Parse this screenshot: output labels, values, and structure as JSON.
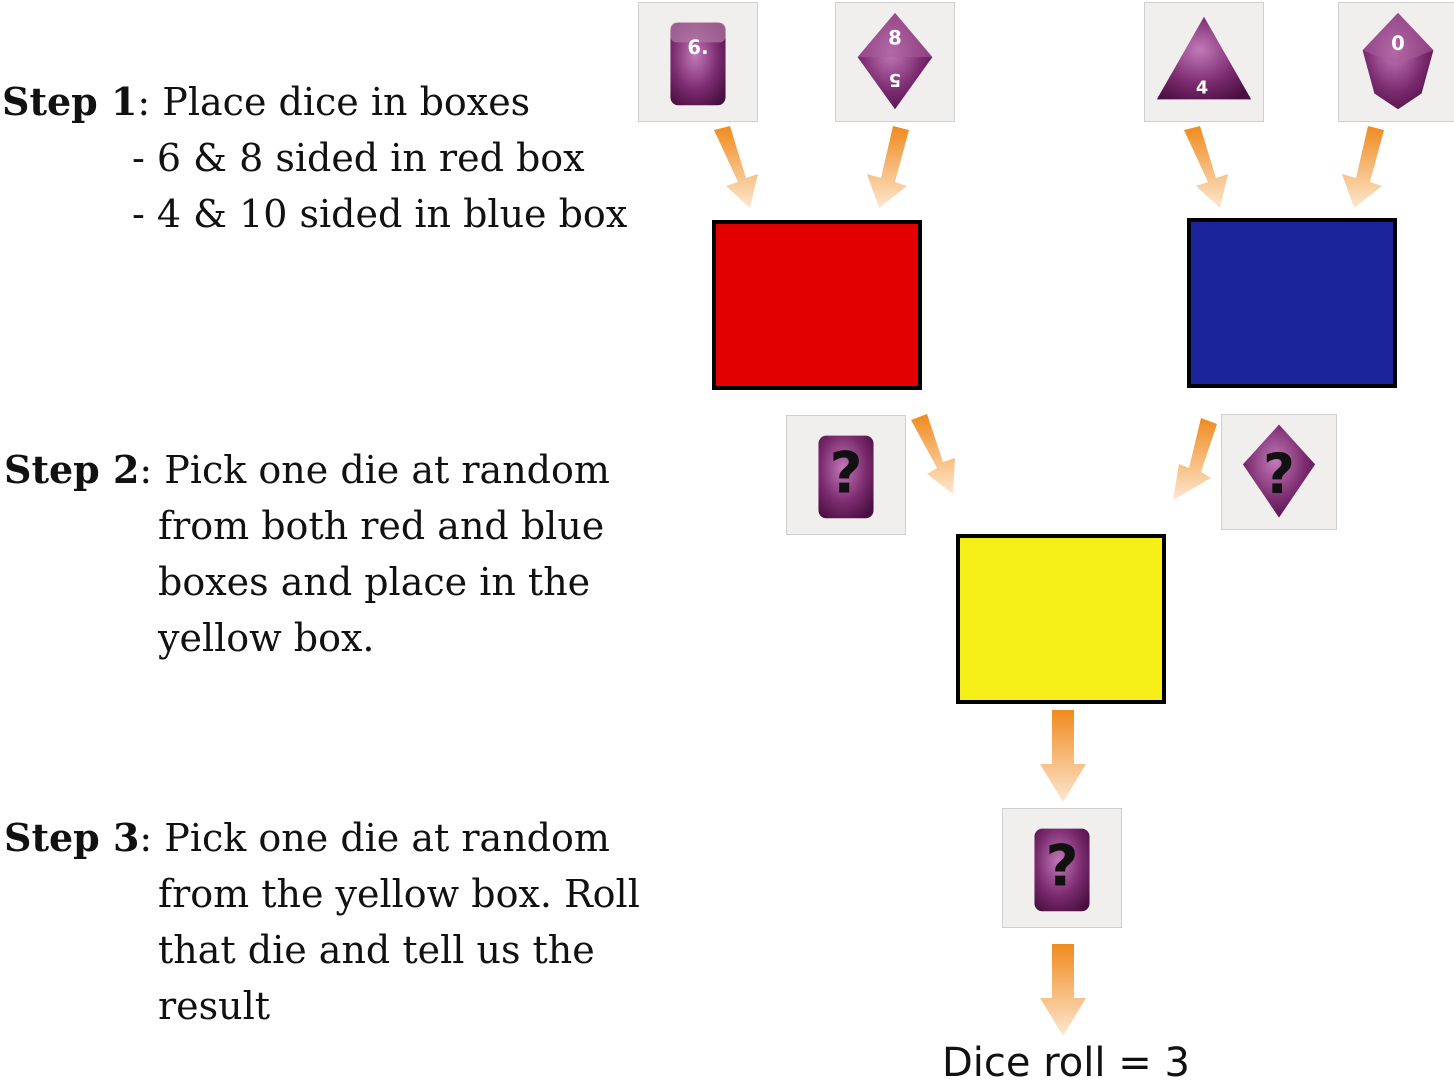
{
  "step1": {
    "label": "Step 1",
    "text": ": Place dice in boxes",
    "sub": [
      "- 6 & 8 sided in red box",
      "- 4 & 10 sided in blue box"
    ]
  },
  "step2": {
    "label": "Step 2",
    "text": ": Pick one die at random",
    "lines": [
      "from both red and blue",
      "boxes and place in the",
      "yellow box."
    ]
  },
  "step3": {
    "label": "Step 3",
    "text": ": Pick one die at random",
    "lines": [
      "from the yellow box. Roll",
      "that die and tell us the",
      "result"
    ]
  },
  "dice": {
    "d6_face": "6.",
    "d8_face": "8",
    "d8_bottom": "5",
    "d4_face": "4",
    "d10_face": "0",
    "unknown": "?"
  },
  "colors": {
    "red_box": "#e30000",
    "blue_box": "#1c249b",
    "yellow_box": "#f7f018",
    "arrow": "#f39a3c"
  },
  "result": "Dice roll = 3"
}
